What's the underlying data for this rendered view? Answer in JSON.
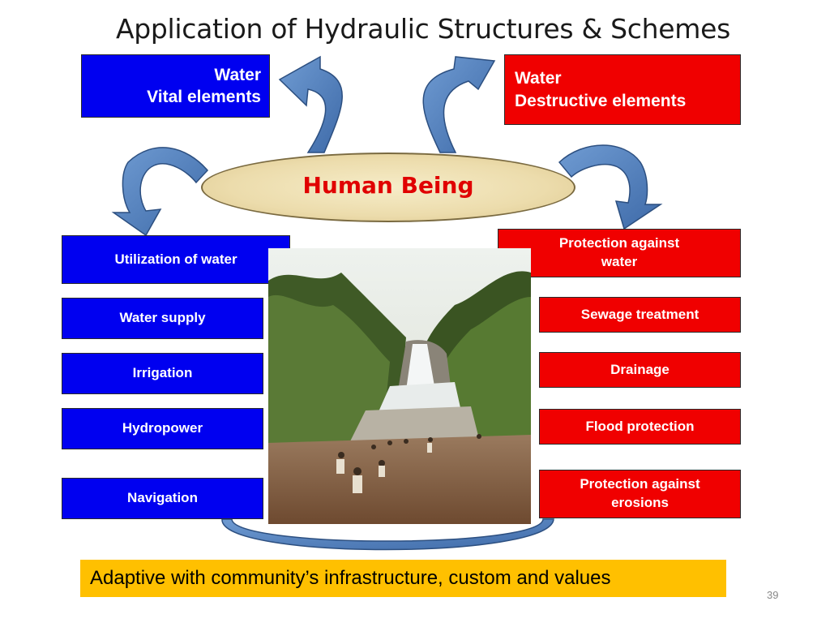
{
  "title": "Application of Hydraulic Structures & Schemes",
  "top_left_box": "Water\nVital elements",
  "top_right_box": "Water\nDestructive elements",
  "center_label": "Human Being",
  "left_header": "Utilization of water",
  "left_items": [
    "Water supply",
    "Irrigation",
    "Hydropower",
    "Navigation"
  ],
  "right_header": "Protection against\nwater",
  "right_items": [
    "Sewage treatment",
    "Drainage",
    "Flood protection",
    "Protection against\nerosions"
  ],
  "footer": "Adaptive with community’s infrastructure, custom and values",
  "page_number": "39",
  "colors": {
    "blue_box": "#0000f0",
    "red_box": "#f00000",
    "arrow": "#4a7ab8",
    "footer_bg": "#ffc000"
  }
}
